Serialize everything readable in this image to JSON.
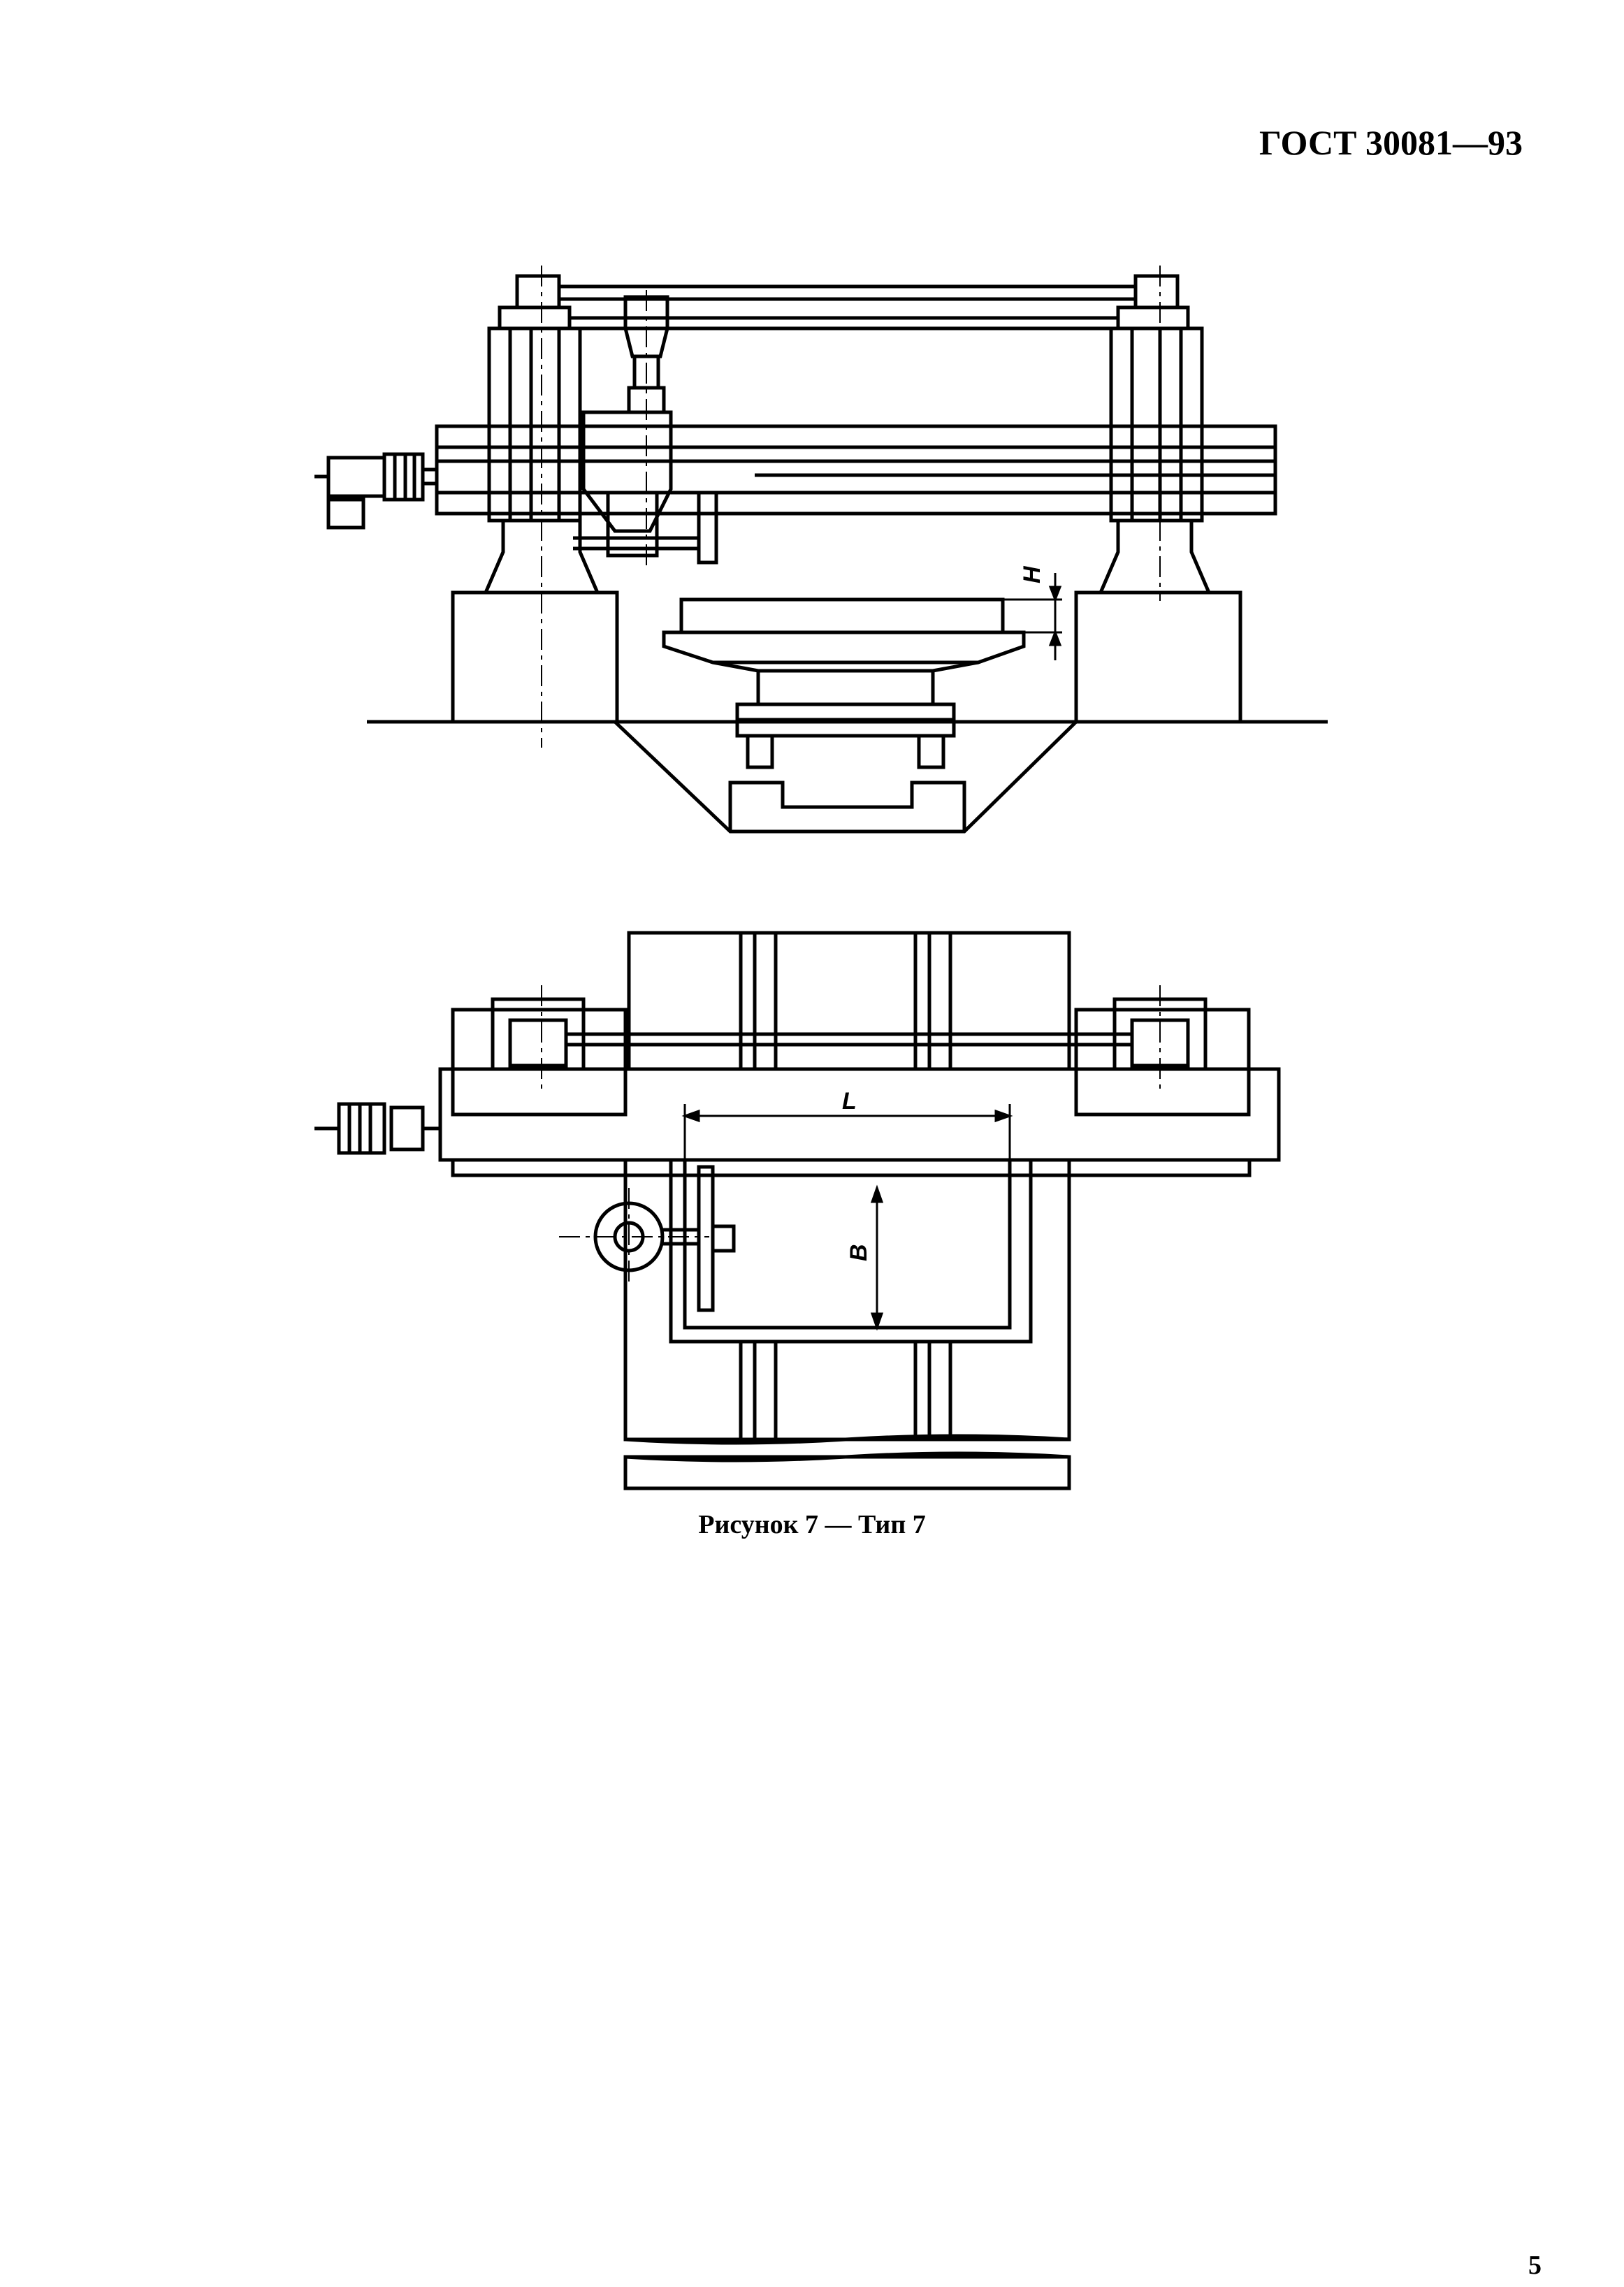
{
  "header": {
    "standard": "ГОСТ 30081—93"
  },
  "figure": {
    "caption": "Рисунок 7 — Тип 7",
    "dimensions": {
      "height": "H",
      "length": "L",
      "width": "B"
    }
  },
  "footer": {
    "page_number": "5"
  }
}
